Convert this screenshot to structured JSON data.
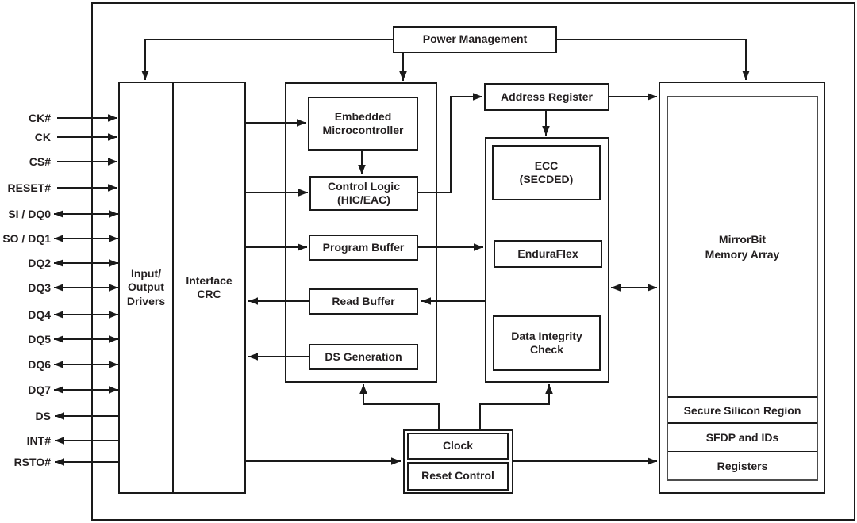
{
  "pins": [
    {
      "label": "CK#",
      "direction": "input"
    },
    {
      "label": "CK",
      "direction": "input"
    },
    {
      "label": "CS#",
      "direction": "input"
    },
    {
      "label": "RESET#",
      "direction": "input"
    },
    {
      "label": "SI / DQ0",
      "direction": "bidirectional"
    },
    {
      "label": "SO / DQ1",
      "direction": "bidirectional"
    },
    {
      "label": "DQ2",
      "direction": "bidirectional"
    },
    {
      "label": "DQ3",
      "direction": "bidirectional"
    },
    {
      "label": "DQ4",
      "direction": "bidirectional"
    },
    {
      "label": "DQ5",
      "direction": "bidirectional"
    },
    {
      "label": "DQ6",
      "direction": "bidirectional"
    },
    {
      "label": "DQ7",
      "direction": "bidirectional"
    },
    {
      "label": "DS",
      "direction": "output"
    },
    {
      "label": "INT#",
      "direction": "output"
    },
    {
      "label": "RSTO#",
      "direction": "output"
    }
  ],
  "blocks": {
    "power_management": "Power Management",
    "io_drivers": "Input/\nOutput\nDrivers",
    "interface_crc": "Interface\nCRC",
    "embedded_microcontroller": "Embedded\nMicrocontroller",
    "control_logic": "Control Logic\n(HIC/EAC)",
    "program_buffer": "Program Buffer",
    "read_buffer": "Read Buffer",
    "ds_generation": "DS Generation",
    "address_register": "Address Register",
    "ecc": "ECC\n(SECDED)",
    "enduraflex": "EnduraFlex",
    "data_integrity_check": "Data Integrity\nCheck",
    "mirrorbit_memory_array": "MirrorBit\nMemory Array",
    "secure_silicon_region": "Secure Silicon Region",
    "sfdp_and_ids": "SFDP and IDs",
    "registers": "Registers",
    "clock": "Clock",
    "reset_control": "Reset Control"
  },
  "colors": {
    "line": "#1a1a1a",
    "text": "#231f20",
    "background": "#ffffff"
  }
}
